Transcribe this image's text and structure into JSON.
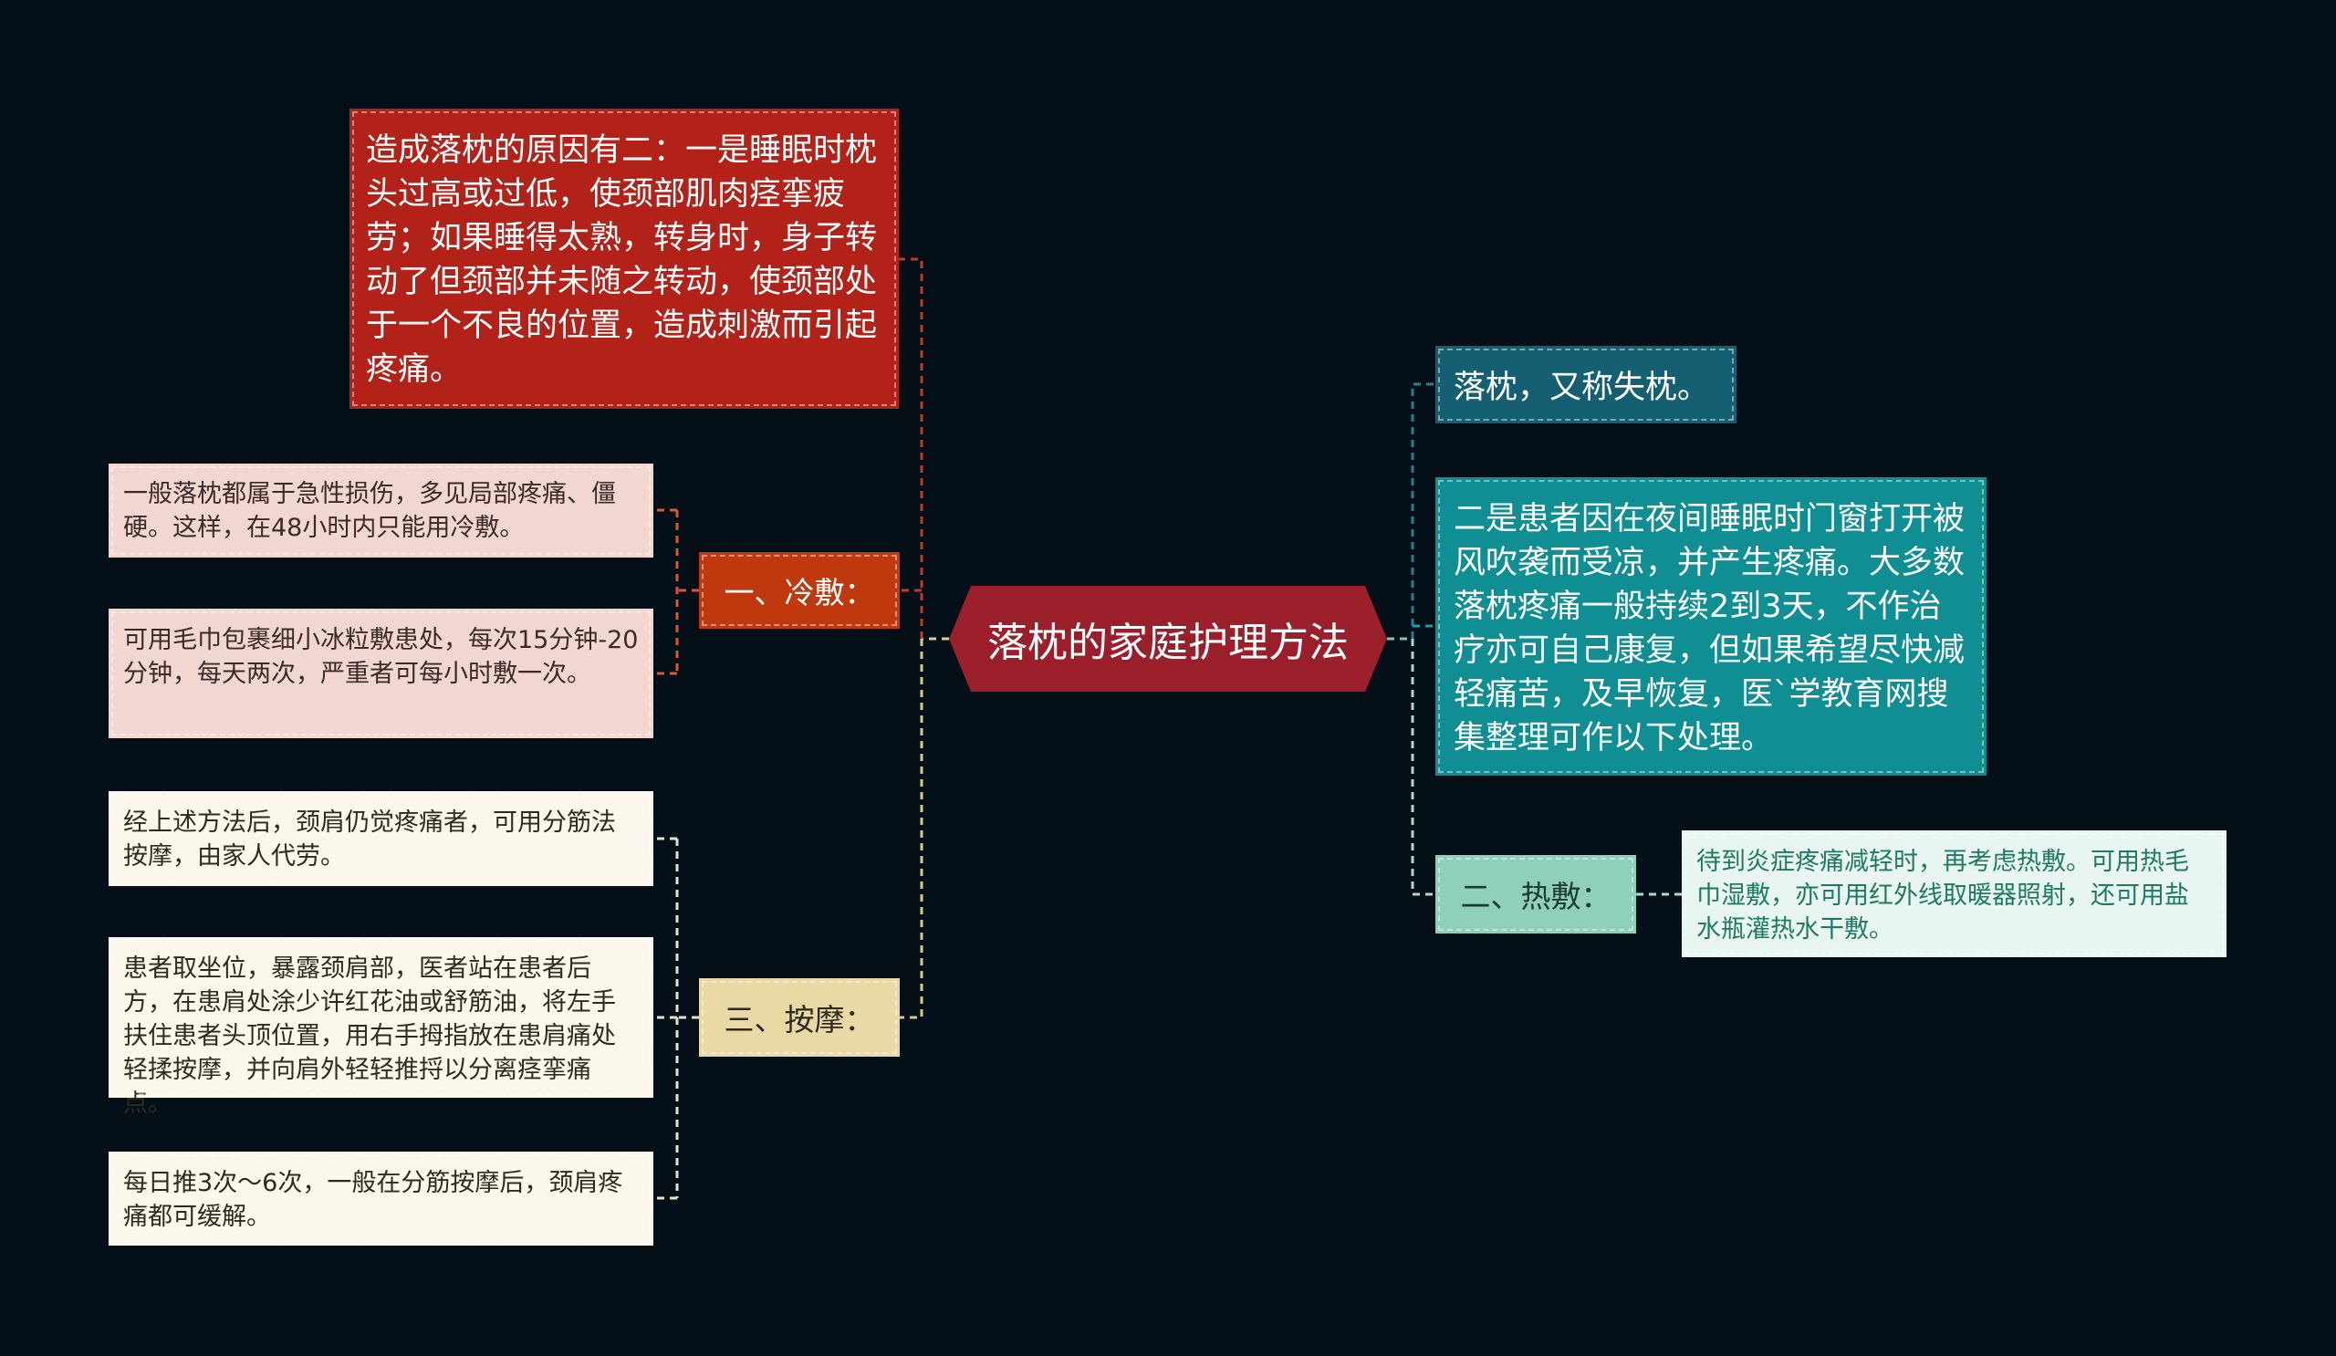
{
  "root": {
    "title": "落枕的家庭护理方法"
  },
  "left": {
    "cause": "造成落枕的原因有二：一是睡眠时枕头过高或过低，使颈部肌肉痉挛疲劳；如果睡得太熟，转身时，身子转动了但颈部并未随之转动，使颈部处于一个不良的位置，造成刺激而引起疼痛。",
    "cold": {
      "label": "一、冷敷：",
      "items": [
        "一般落枕都属于急性损伤，多见局部疼痛、僵硬。这样，在48小时内只能用冷敷。",
        "可用毛巾包裹细小冰粒敷患处，每次15分钟-20分钟，每天两次，严重者可每小时敷一次。"
      ]
    },
    "massage": {
      "label": "三、按摩：",
      "items": [
        "经上述方法后，颈肩仍觉疼痛者，可用分筋法按摩，由家人代劳。",
        "患者取坐位，暴露颈肩部，医者站在患者后方，在患肩处涂少许红花油或舒筋油，将左手扶住患者头顶位置，用右手拇指放在患肩痛处轻揉按摩，并向肩外轻轻推捋以分离痉挛痛点。",
        "每日推3次～6次，一般在分筋按摩后，颈肩疼痛都可缓解。"
      ]
    }
  },
  "right": {
    "alias": "落枕，又称失枕。",
    "cause2": "二是患者因在夜间睡眠时门窗打开被风吹袭而受凉，并产生疼痛。大多数落枕疼痛一般持续2到3天，不作治疗亦可自己康复，但如果希望尽快减轻痛苦，及早恢复，医`学教育网搜集整理可作以下处理。",
    "hot": {
      "label": "二、热敷：",
      "items": [
        "待到炎症疼痛减轻时，再考虑热敷。可用热毛巾湿敷，亦可用红外线取暖器照射，还可用盐水瓶灌热水干敷。"
      ]
    }
  },
  "colors": {
    "background": "#050f17",
    "root": "#9b1f2a",
    "cause": "#b22218",
    "cold": "#c0390e",
    "cold_leaf": "#f2d6d0",
    "massage": "#ead9a4",
    "massage_leaf": "#fbf7ec",
    "alias": "#146072",
    "cause2": "#0f8e94",
    "hot": "#8ed0ba",
    "hot_leaf": "#e8f5f0"
  }
}
